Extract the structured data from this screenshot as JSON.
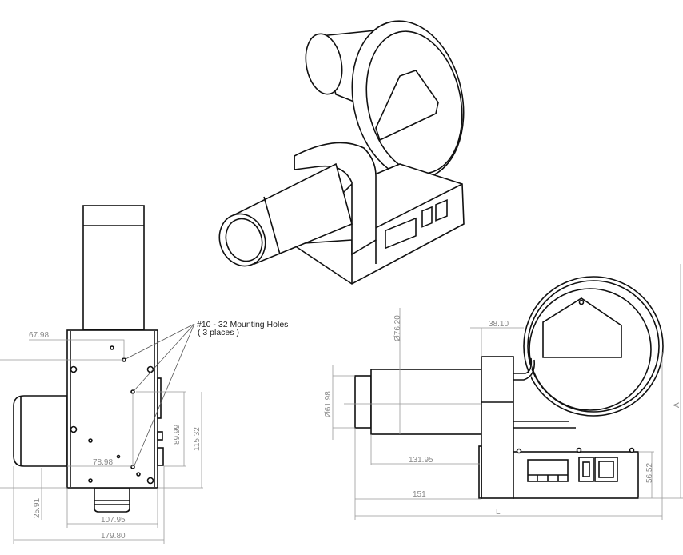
{
  "note": {
    "line1": "#10 - 32 Mounting Holes",
    "line2": "( 3 places )"
  },
  "left_view_dims": {
    "d1": "67.98",
    "d2": "78.98",
    "d3": "89.99",
    "d4": "115.32",
    "d5": "25.91",
    "d6": "107.95",
    "d7": "179.80"
  },
  "side_view_dims": {
    "d1": "38.10",
    "d2": "Ø76.20",
    "d3": "Ø61.98",
    "d4": "131.95",
    "d5": "151",
    "d6": "L",
    "d7": "56.52",
    "d8": "A"
  }
}
